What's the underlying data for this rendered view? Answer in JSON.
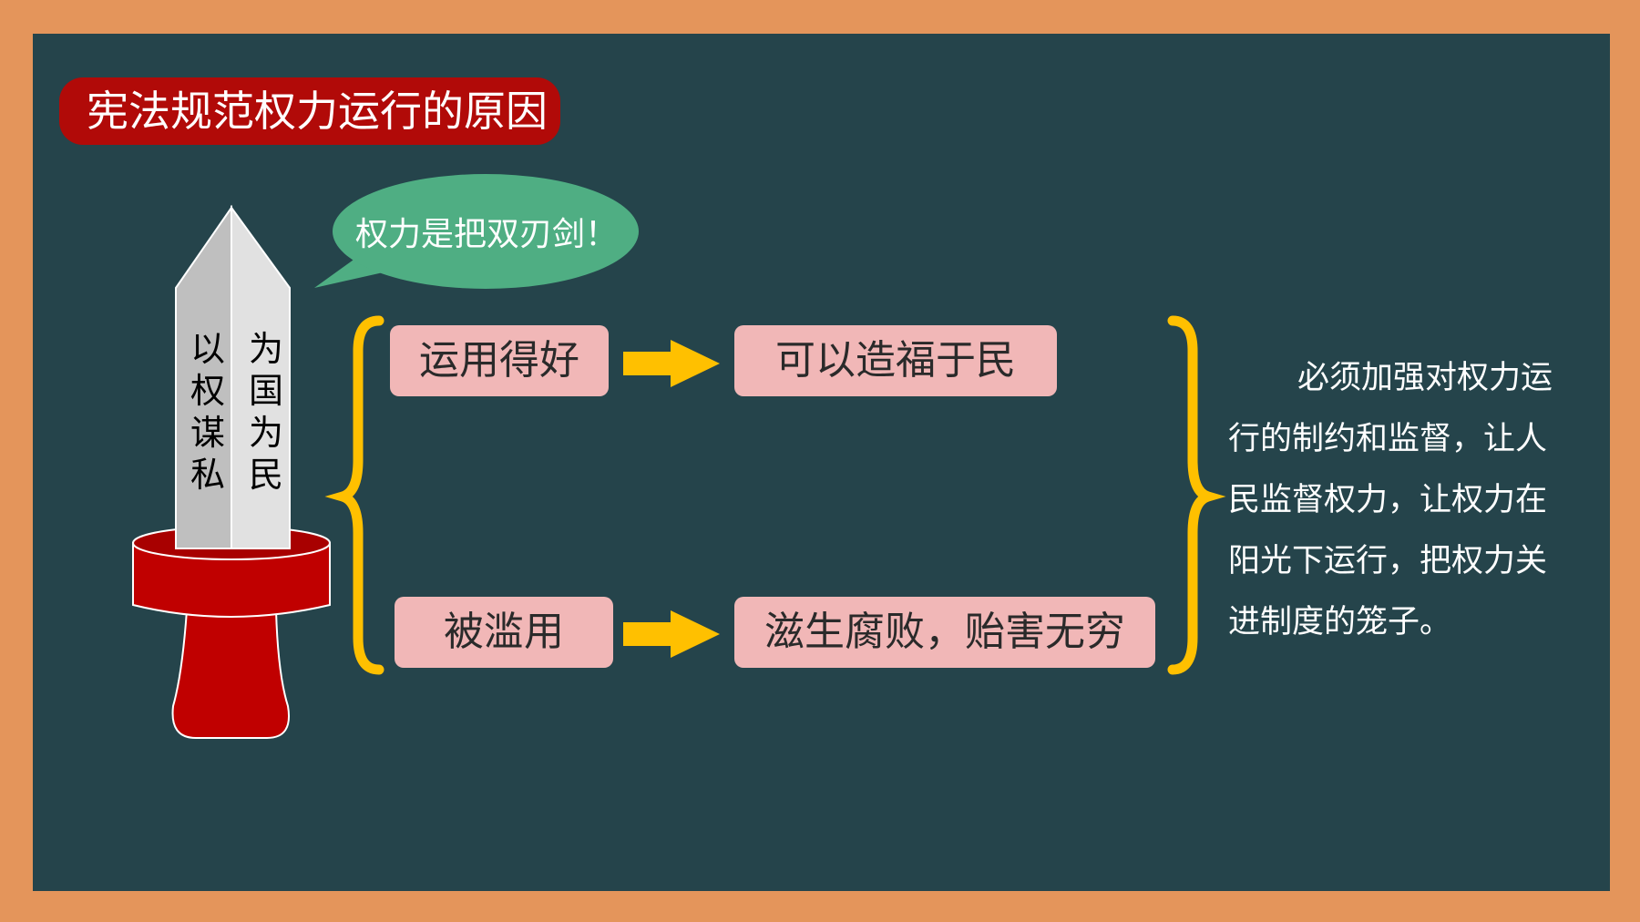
{
  "title": "宪法规范权力运行的原因",
  "sword": {
    "left_face": "以权谋私",
    "right_face": "为国为民",
    "blade_left_color": "#BFBFBF",
    "blade_right_color": "#E1E1E1",
    "hilt_color": "#C00000"
  },
  "bubble": {
    "text": "权力是把双刃剑！",
    "color": "#4FAE83"
  },
  "rows": [
    {
      "cause": "运用得好",
      "effect": "可以造福于民"
    },
    {
      "cause": "被滥用",
      "effect": "滋生腐败，贻害无穷"
    }
  ],
  "arrow_color": "#FFC000",
  "brace_color": "#FFC000",
  "conclusion": "必须加强对权力运行的制约和监督，让人民监督权力，让权力在阳光下运行，把权力关进制度的笼子。",
  "colors": {
    "board": "#25444B",
    "frame": "#E4955B",
    "title_bg": "#B10A08",
    "box_bg": "#F1B7B7"
  }
}
